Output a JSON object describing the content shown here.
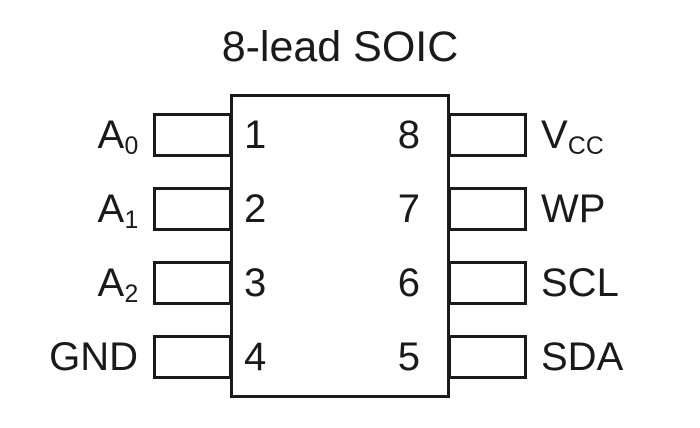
{
  "diagram": {
    "title": "8-lead SOIC",
    "package_type": "SOIC",
    "lead_count": 8,
    "stroke_color": "#1a1a1a",
    "background_color": "#ffffff",
    "pins": [
      {
        "number": "1",
        "label_base": "A",
        "label_sub": "0",
        "side": "left",
        "row": 0
      },
      {
        "number": "2",
        "label_base": "A",
        "label_sub": "1",
        "side": "left",
        "row": 1
      },
      {
        "number": "3",
        "label_base": "A",
        "label_sub": "2",
        "side": "left",
        "row": 2
      },
      {
        "number": "4",
        "label_base": "GND",
        "label_sub": "",
        "side": "left",
        "row": 3
      },
      {
        "number": "8",
        "label_base": "V",
        "label_sub": "CC",
        "side": "right",
        "row": 0
      },
      {
        "number": "7",
        "label_base": "WP",
        "label_sub": "",
        "side": "right",
        "row": 1
      },
      {
        "number": "6",
        "label_base": "SCL",
        "label_sub": "",
        "side": "right",
        "row": 2
      },
      {
        "number": "5",
        "label_base": "SDA",
        "label_sub": "",
        "side": "right",
        "row": 3
      }
    ],
    "row_y": [
      113,
      187,
      261,
      335
    ]
  }
}
